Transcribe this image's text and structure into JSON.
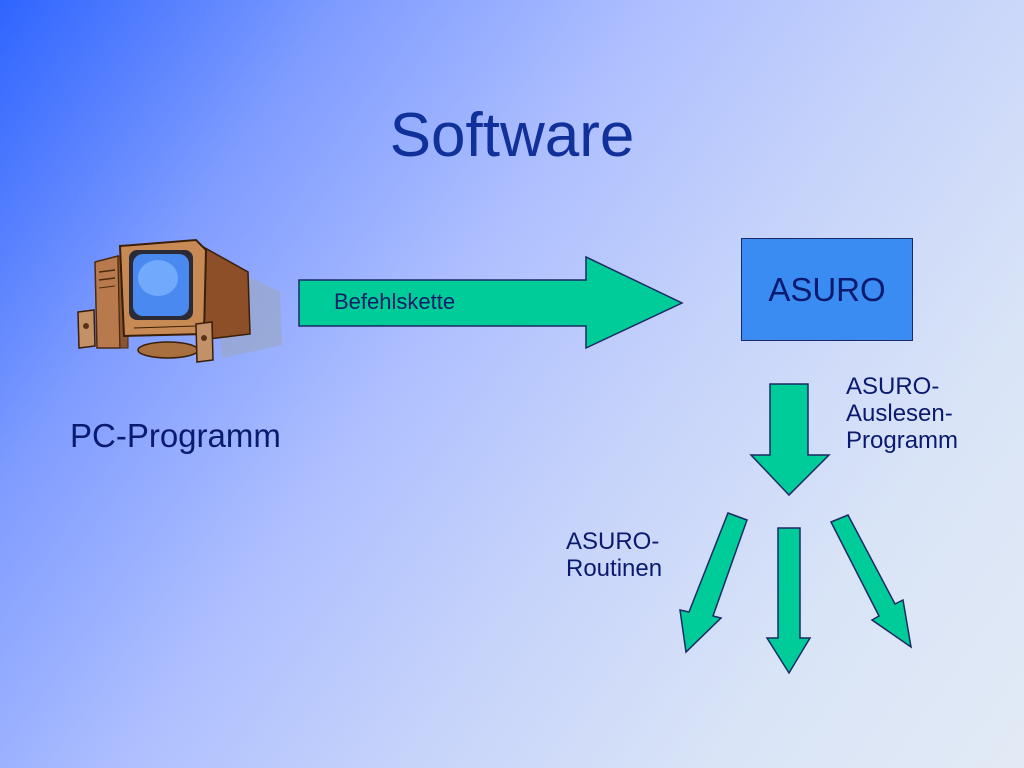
{
  "title": "Software",
  "pc_label": "PC-Programm",
  "chain_label": "Befehlskette",
  "asuro_label": "ASURO",
  "read_program_label": [
    "ASURO-",
    "Auslesen-",
    "Programm"
  ],
  "routines_label": [
    "ASURO-",
    "Routinen"
  ],
  "icons": {
    "pc": "desktop-computer-icon"
  },
  "colors": {
    "arrow_fill": "#00cc99",
    "box_fill": "#3a8cf2",
    "title": "#10309a"
  }
}
